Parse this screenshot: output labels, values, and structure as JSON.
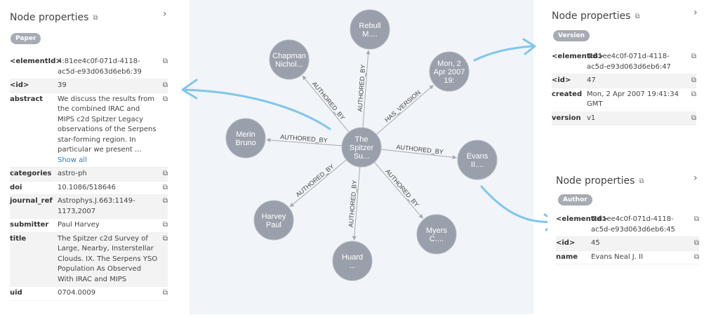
{
  "left_panel": {
    "title": "Node properties",
    "badge": "Paper",
    "props": [
      {
        "key": "<elementId>",
        "value": "4:81ee4c0f-071d-4118-ac5d-e93d063d6eb6:39"
      },
      {
        "key": "<id>",
        "value": "39"
      },
      {
        "key": "abstract",
        "value": "  We discuss the results from the combined IRAC and MIPS c2d Spitzer Legacy observations of the Serpens star-forming region. In particular we present ...",
        "link": "Show all"
      },
      {
        "key": "categories",
        "value": "astro-ph"
      },
      {
        "key": "doi",
        "value": "10.1086/518646"
      },
      {
        "key": "journal_ref",
        "value": "Astrophys.J.663:1149-1173,2007"
      },
      {
        "key": "submitter",
        "value": "Paul Harvey"
      },
      {
        "key": "title",
        "value": "The Spitzer c2d Survey of Large, Nearby, Insterstellar Clouds. IX. The  Serpens YSO Population As Observed With IRAC and MIPS"
      },
      {
        "key": "uid",
        "value": "0704.0009"
      }
    ]
  },
  "right_top_panel": {
    "title": "Node properties",
    "badge": "Version",
    "props": [
      {
        "key": "<elementId>",
        "value": "4:81ee4c0f-071d-4118-ac5d-e93d063d6eb6:47"
      },
      {
        "key": "<id>",
        "value": "47"
      },
      {
        "key": "created",
        "value": "Mon, 2 Apr 2007 19:41:34 GMT"
      },
      {
        "key": "version",
        "value": "v1"
      }
    ]
  },
  "right_bottom_panel": {
    "title": "Node properties",
    "badge": "Author",
    "props": [
      {
        "key": "<elementId>",
        "value": "4:81ee4c0f-071d-4118-ac5d-e93d063d6eb6:45"
      },
      {
        "key": "<id>",
        "value": "45"
      },
      {
        "key": "name",
        "value": "Evans Neal J. II"
      }
    ]
  },
  "graph": {
    "center": {
      "lines": [
        "The",
        "Spitzer",
        "Su..."
      ]
    },
    "nodes": [
      {
        "id": "chapman",
        "lines": [
          "Chapman",
          "Nichol..."
        ]
      },
      {
        "id": "rebull",
        "lines": [
          "Rebull",
          "M...."
        ]
      },
      {
        "id": "version",
        "lines": [
          "Mon, 2",
          "Apr 2007",
          "19:"
        ]
      },
      {
        "id": "merin",
        "lines": [
          "Merin",
          "Bruno"
        ]
      },
      {
        "id": "evans",
        "lines": [
          "Evans",
          "II...."
        ]
      },
      {
        "id": "harvey",
        "lines": [
          "Harvey",
          "Paul"
        ]
      },
      {
        "id": "myers",
        "lines": [
          "Myers",
          "C...."
        ]
      },
      {
        "id": "huard",
        "lines": [
          "Huard",
          "..."
        ]
      }
    ],
    "edges": [
      {
        "to": "chapman",
        "label": "AUTHORED_BY"
      },
      {
        "to": "rebull",
        "label": "AUTHORED_BY"
      },
      {
        "to": "version",
        "label": "HAS_VERSION"
      },
      {
        "to": "merin",
        "label": "AUTHORED_BY"
      },
      {
        "to": "evans",
        "label": "AUTHORED_BY"
      },
      {
        "to": "harvey",
        "label": "AUTHORED_BY"
      },
      {
        "to": "huard",
        "label": "AUTHORED_BY"
      },
      {
        "to": "myers",
        "label": "AUTHORED_BY"
      }
    ]
  },
  "colors": {
    "node": "#9aa0ab",
    "arrow": "#7fc6ee",
    "graph_bg": "#f1f4f8",
    "badge": "#a7abb3"
  },
  "icons": {
    "copy": "copy-icon",
    "chevron": "chevron-right-icon"
  }
}
